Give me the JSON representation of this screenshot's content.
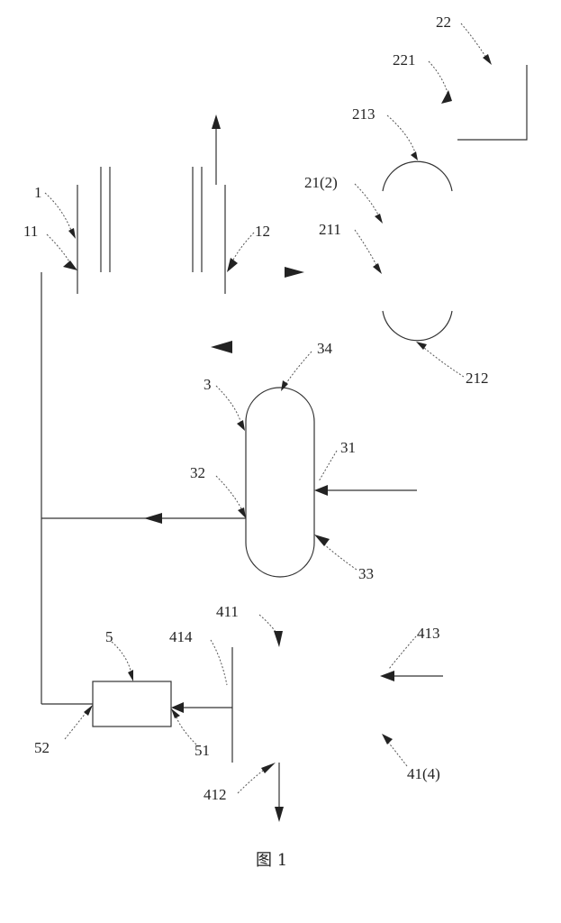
{
  "labels": {
    "l22": "22",
    "l221": "221",
    "l213": "213",
    "l21": "21(2)",
    "l211": "211",
    "l212": "212",
    "l1": "1",
    "l11": "11",
    "l12": "12",
    "l34": "34",
    "l3": "3",
    "l31": "31",
    "l32": "32",
    "l33": "33",
    "l411": "411",
    "l414": "414",
    "l413": "413",
    "l5": "5",
    "l52": "52",
    "l51": "51",
    "l412": "412",
    "l41": "41(4)"
  },
  "caption": "图 1"
}
